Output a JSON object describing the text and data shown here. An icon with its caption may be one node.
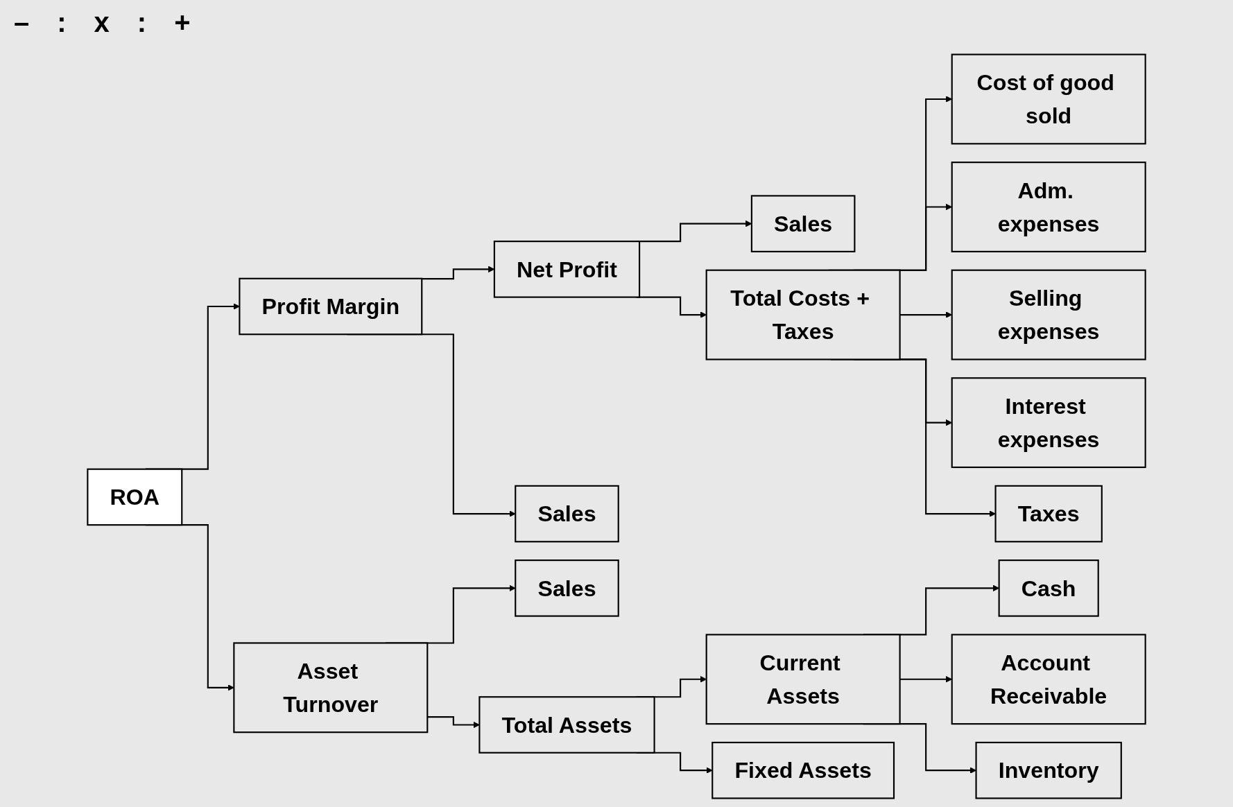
{
  "diagram": {
    "nodes": [
      {
        "text": [
          "ROA"
        ]
      },
      {
        "text": [
          "Profit Margin"
        ]
      },
      {
        "text": [
          "Asset Turnover"
        ]
      },
      {
        "text": [
          "Net Profit"
        ]
      },
      {
        "text": [
          "Sales"
        ]
      },
      {
        "text": [
          "Sales"
        ]
      },
      {
        "text": [
          "Total Costs + Taxes"
        ]
      },
      {
        "text": [
          "Cost of good sold"
        ]
      },
      {
        "text": [
          "Adm. expenses"
        ]
      },
      {
        "text": [
          "Selling expenses"
        ]
      },
      {
        "text": [
          "Interest expenses"
        ]
      },
      {
        "text": [
          "Taxes"
        ]
      },
      {
        "text": [
          "Sales"
        ]
      },
      {
        "text": [
          "Total Assets"
        ]
      },
      {
        "text": [
          "Current Assets"
        ]
      },
      {
        "text": [
          "Fixed Assets"
        ]
      },
      {
        "text": [
          "Cash"
        ]
      },
      {
        "text": [
          "Account Receivable"
        ]
      },
      {
        "text": [
          "Inventory"
        ]
      }
    ],
    "edges": [
      {
        "from": 0,
        "to": 1,
        "arrow": "to"
      },
      {
        "from": 0,
        "to": 2,
        "arrow": "to"
      },
      {
        "from": 1,
        "to": 3,
        "arrow": "to"
      },
      {
        "from": 1,
        "to": 4,
        "arrow": "to"
      },
      {
        "from": 3,
        "to": 5,
        "arrow": "to"
      },
      {
        "from": 3,
        "to": 6,
        "arrow": "to"
      },
      {
        "from": 6,
        "to": 7,
        "arrow": "to"
      },
      {
        "from": 6,
        "to": 8,
        "arrow": "to"
      },
      {
        "from": 6,
        "to": 9,
        "arrow": "to"
      },
      {
        "from": 6,
        "to": 10,
        "arrow": "to"
      },
      {
        "from": 6,
        "to": 11,
        "arrow": "to"
      },
      {
        "from": 2,
        "to": 12,
        "arrow": "to"
      },
      {
        "from": 2,
        "to": 13,
        "arrow": "to"
      },
      {
        "from": 13,
        "to": 14,
        "arrow": "to"
      },
      {
        "from": 13,
        "to": 15,
        "arrow": "to"
      },
      {
        "from": 14,
        "to": 16,
        "arrow": "to"
      },
      {
        "from": 14,
        "to": 17,
        "arrow": "to"
      },
      {
        "from": 14,
        "to": 18,
        "arrow": "to"
      }
    ],
    "labels": [
      "–",
      ":",
      "x",
      ":",
      "+"
    ]
  }
}
